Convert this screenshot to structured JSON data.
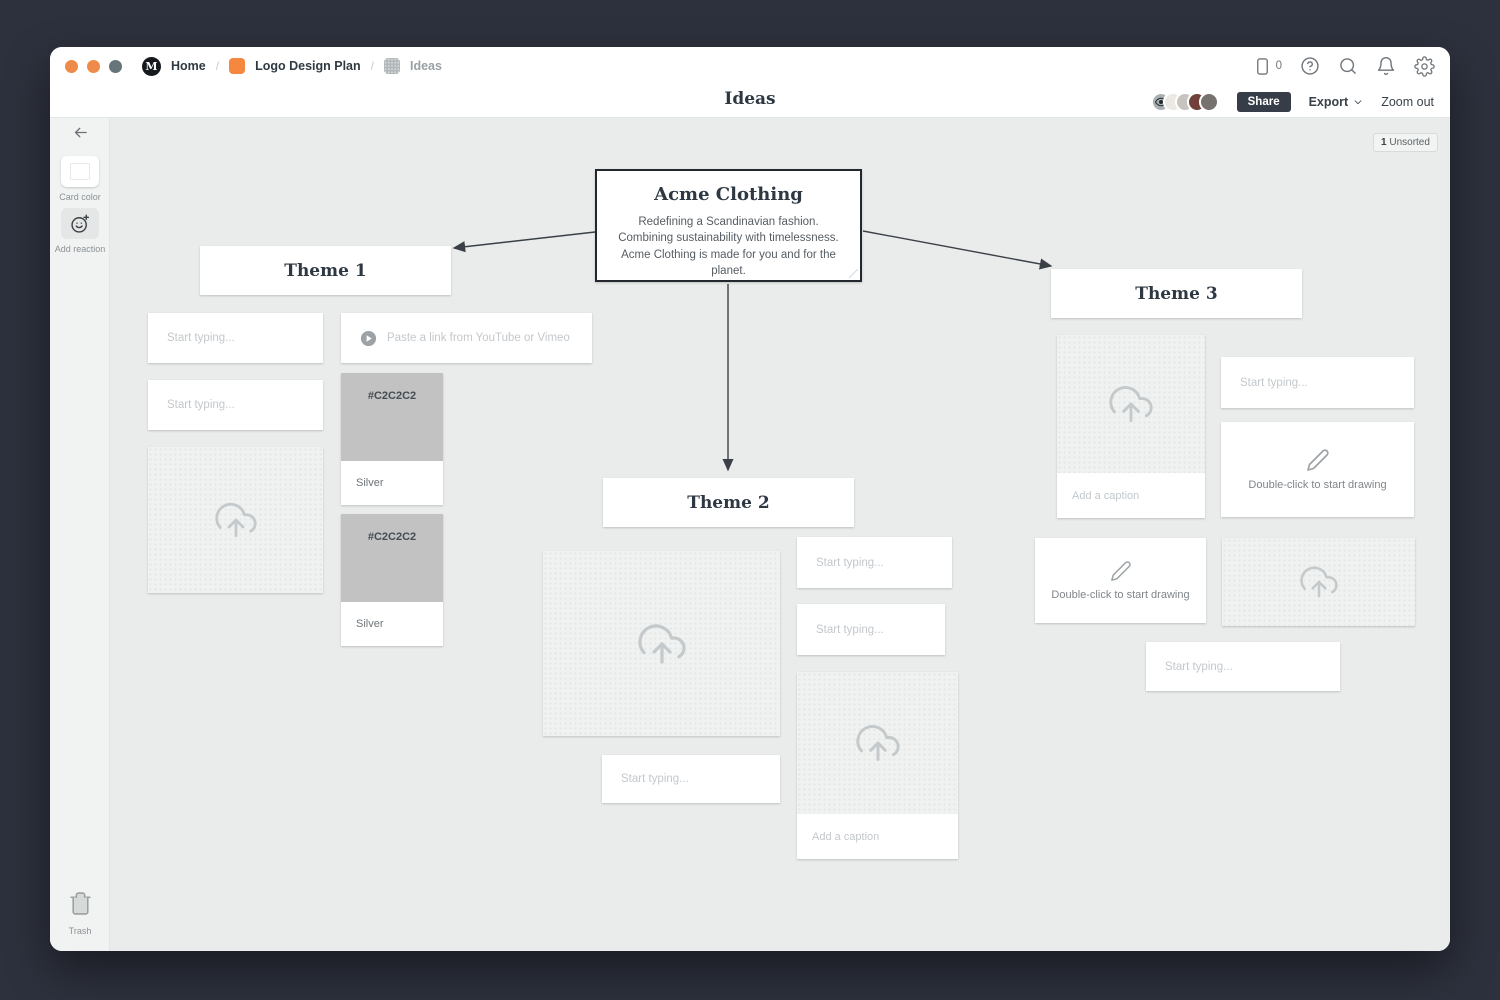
{
  "header": {
    "logo_letter": "M",
    "separator": "/",
    "breadcrumb": {
      "home": "Home",
      "board": "Logo Design Plan",
      "page": "Ideas"
    },
    "device_count": "0"
  },
  "toolbar": {
    "title": "Ideas",
    "share": "Share",
    "export": "Export",
    "zoom_out": "Zoom out"
  },
  "sidebar": {
    "card_color": "Card color",
    "add_reaction": "Add reaction",
    "trash": "Trash"
  },
  "board": {
    "unsorted_count": "1",
    "unsorted_label": "Unsorted",
    "root": {
      "title": "Acme Clothing",
      "body": "Redefining a Scandinavian fashion. Combining sustainability with timelessness. Acme Clothing is made for you and for the planet."
    },
    "themes": [
      "Theme 1",
      "Theme 2",
      "Theme 3"
    ],
    "placeholder": {
      "text": "Start typing...",
      "video": "Paste a link from YouTube or Vimeo",
      "caption": "Add a caption",
      "draw": "Double-click to start drawing"
    },
    "swatch": {
      "hex": "#C2C2C2",
      "name": "Silver",
      "style": "background-color:#C2C2C2"
    }
  },
  "colors": {
    "accent_orange": "#F5873E",
    "share_button": "#363D49",
    "canvas": "#E9ECEB",
    "swatch_silver": "#C2C2C2",
    "window_chrome": "#2D313D"
  }
}
